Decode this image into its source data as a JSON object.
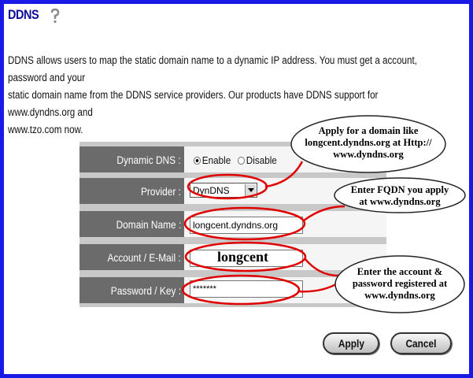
{
  "page": {
    "title": "DDNS",
    "description_lines": [
      "DDNS allows users to map the static domain name to a dynamic IP address. You must get a account, password and your",
      "static domain name from the DDNS service providers. Our products have DDNS support for www.dyndns.org and",
      "www.tzo.com now."
    ]
  },
  "form": {
    "dynamic_dns": {
      "label": "Dynamic DNS :",
      "options": [
        "Enable",
        "Disable"
      ],
      "selected": "Enable"
    },
    "provider": {
      "label": "Provider :",
      "value": "DynDNS"
    },
    "domain_name": {
      "label": "Domain Name :",
      "value": "longcent.dyndns.org"
    },
    "account": {
      "label": "Account / E-Mail :",
      "value": "longcent"
    },
    "password": {
      "label": "Password / Key :",
      "value": "*******"
    }
  },
  "callouts": {
    "provider_note": [
      "Apply for a domain like",
      "longcent.dyndns.org at Http://",
      "www.dyndns.org"
    ],
    "fqdn_note": [
      "Enter FQDN you apply",
      "at www.dyndns.org"
    ],
    "account_note": [
      "Enter the account &",
      "password registered at",
      "www.dyndns.org"
    ]
  },
  "buttons": {
    "apply": "Apply",
    "cancel": "Cancel"
  },
  "colors": {
    "frame": "#1a1ae6",
    "title": "#0a0a9a",
    "label_bg": "#6b6b6b",
    "highlight": "#e00000"
  },
  "icons": {
    "help": "help-icon"
  }
}
